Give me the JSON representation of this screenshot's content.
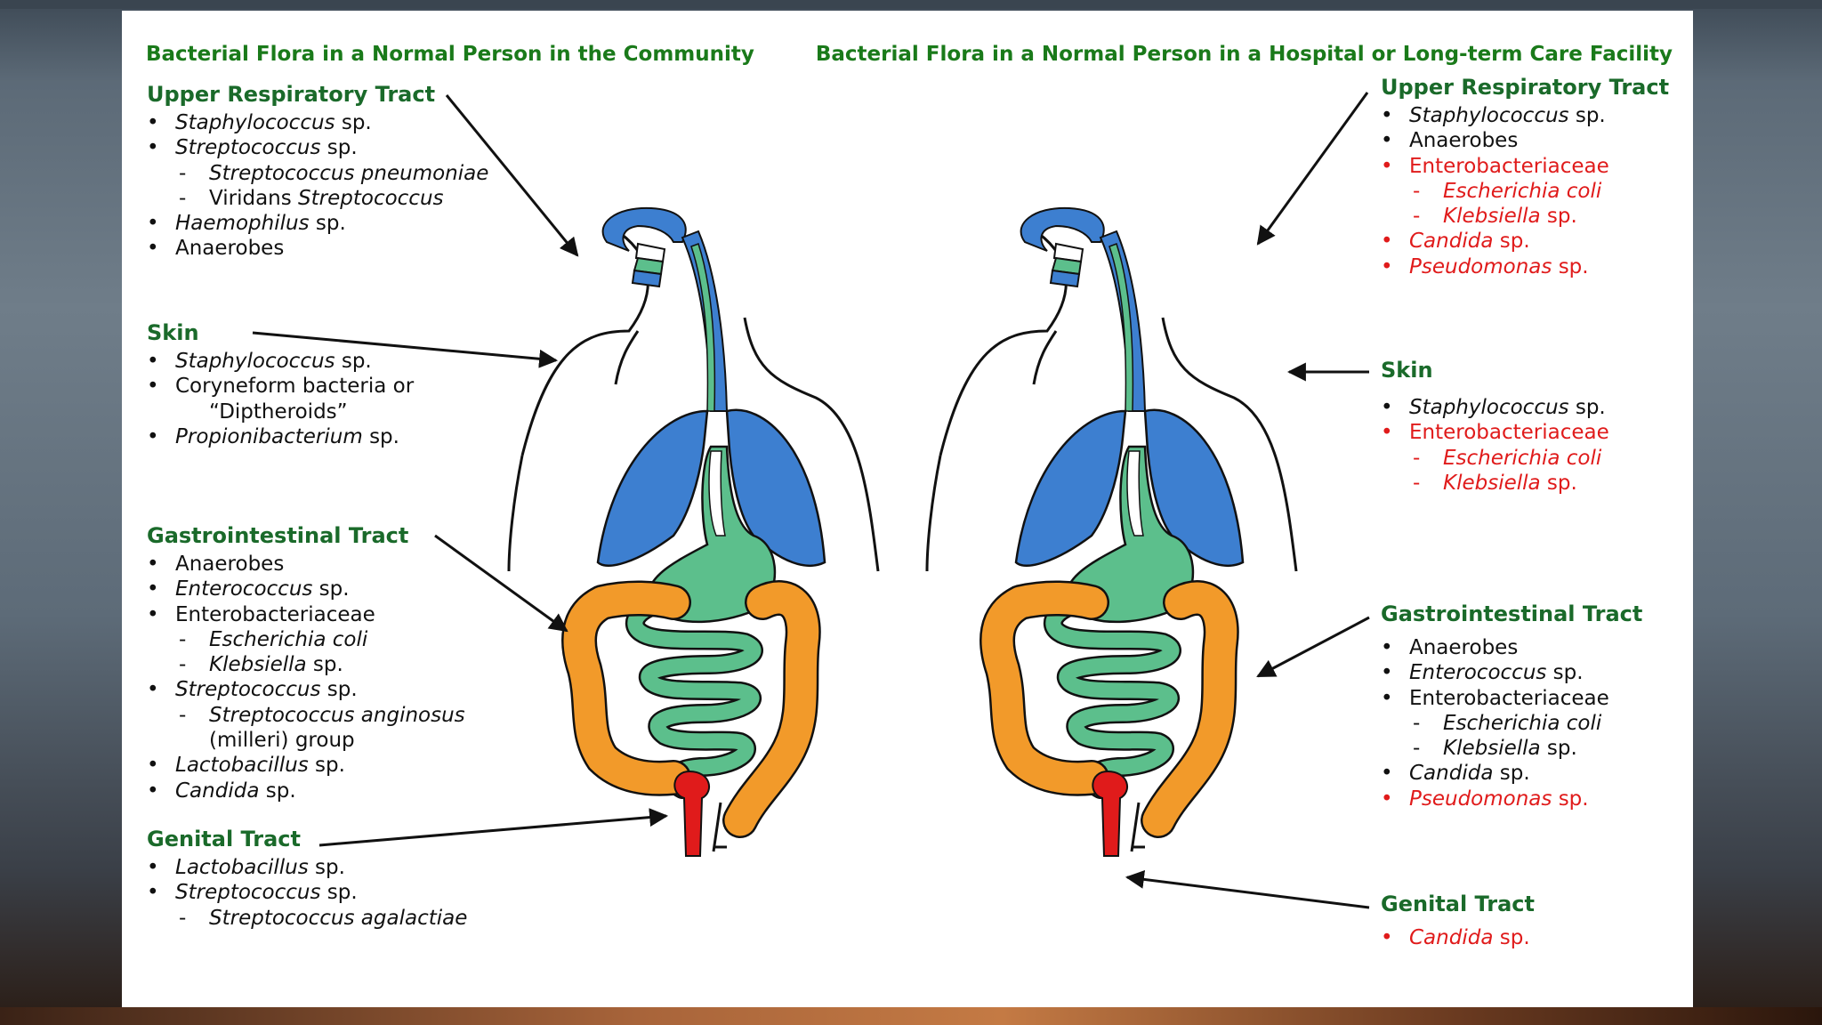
{
  "titles": {
    "left": "Bacterial Flora in a Normal Person in the Community",
    "right": "Bacterial Flora in a Normal Person in a Hospital or Long-term Care Facility"
  },
  "colors": {
    "heading_green": "#1a6a2a",
    "hospital_red": "#e01b1b",
    "respiratory_blue": "#3d7fd0",
    "gi_green": "#5cbf8c",
    "colon_orange": "#f29a2a",
    "rectum_red": "#e01b1b"
  },
  "left": {
    "upper_resp": {
      "title": "Upper Respiratory Tract",
      "items": [
        {
          "level": 1,
          "it": "Staphylococcus",
          "rest": " sp."
        },
        {
          "level": 1,
          "it": "Streptococcus",
          "rest": " sp."
        },
        {
          "level": 2,
          "it": "Streptococcus pneumoniae",
          "rest": ""
        },
        {
          "level": 2,
          "pre": "Viridans ",
          "it": "Streptococcus",
          "rest": ""
        },
        {
          "level": 1,
          "it": "Haemophilus",
          "rest": " sp."
        },
        {
          "level": 1,
          "pre": "Anaerobes"
        }
      ]
    },
    "skin": {
      "title": "Skin",
      "items": [
        {
          "level": 1,
          "it": "Staphylococcus",
          "rest": " sp."
        },
        {
          "level": 1,
          "pre": "Coryneform bacteria or"
        },
        {
          "level": 3,
          "pre": "“Diptheroids”"
        },
        {
          "level": 1,
          "it": "Propionibacterium",
          "rest": " sp."
        }
      ]
    },
    "gi": {
      "title": "Gastrointestinal Tract",
      "items": [
        {
          "level": 1,
          "pre": "Anaerobes"
        },
        {
          "level": 1,
          "it": "Enterococcus",
          "rest": " sp."
        },
        {
          "level": 1,
          "pre": "Enterobacteriaceae"
        },
        {
          "level": 2,
          "it": "Escherichia coli",
          "rest": ""
        },
        {
          "level": 2,
          "it": "Klebsiella",
          "rest": " sp."
        },
        {
          "level": 1,
          "it": "Streptococcus",
          "rest": " sp."
        },
        {
          "level": 2,
          "it": "Streptococcus anginosus",
          "rest": ""
        },
        {
          "level": 3,
          "pre": "(milleri) group"
        },
        {
          "level": 1,
          "it": "Lactobacillus",
          "rest": " sp."
        },
        {
          "level": 1,
          "it": "Candida",
          "rest": " sp."
        }
      ]
    },
    "genital": {
      "title": "Genital Tract",
      "items": [
        {
          "level": 1,
          "it": "Lactobacillus",
          "rest": " sp."
        },
        {
          "level": 1,
          "it": "Streptococcus",
          "rest": " sp."
        },
        {
          "level": 2,
          "it": "Streptococcus agalactiae",
          "rest": ""
        }
      ]
    }
  },
  "right": {
    "upper_resp": {
      "title": "Upper Respiratory Tract",
      "items": [
        {
          "level": 1,
          "it": "Staphylococcus",
          "rest": " sp."
        },
        {
          "level": 1,
          "pre": "Anaerobes"
        },
        {
          "level": 1,
          "pre": "Enterobacteriaceae",
          "red": true
        },
        {
          "level": 2,
          "it": "Escherichia coli",
          "rest": "",
          "red": true
        },
        {
          "level": 2,
          "it": "Klebsiella",
          "rest": " sp.",
          "red": true
        },
        {
          "level": 1,
          "it": "Candida",
          "rest": " sp.",
          "red": true
        },
        {
          "level": 1,
          "it": "Pseudomonas",
          "rest": " sp.",
          "red": true
        }
      ]
    },
    "skin": {
      "title": "Skin",
      "items": [
        {
          "level": 1,
          "it": "Staphylococcus",
          "rest": " sp."
        },
        {
          "level": 1,
          "pre": "Enterobacteriaceae",
          "red": true
        },
        {
          "level": 2,
          "it": "Escherichia coli",
          "rest": "",
          "red": true
        },
        {
          "level": 2,
          "it": "Klebsiella",
          "rest": " sp.",
          "red": true
        }
      ]
    },
    "gi": {
      "title": "Gastrointestinal Tract",
      "items": [
        {
          "level": 1,
          "pre": "Anaerobes"
        },
        {
          "level": 1,
          "it": "Enterococcus",
          "rest": " sp."
        },
        {
          "level": 1,
          "pre": "Enterobacteriaceae"
        },
        {
          "level": 2,
          "it": "Escherichia coli",
          "rest": ""
        },
        {
          "level": 2,
          "it": "Klebsiella",
          "rest": " sp."
        },
        {
          "level": 1,
          "it": "Candida",
          "rest": " sp."
        },
        {
          "level": 1,
          "it": "Pseudomonas",
          "rest": " sp.",
          "red": true
        }
      ]
    },
    "genital": {
      "title": "Genital Tract",
      "items": [
        {
          "level": 1,
          "it": "Candida",
          "rest": " sp.",
          "red": true
        }
      ]
    }
  }
}
